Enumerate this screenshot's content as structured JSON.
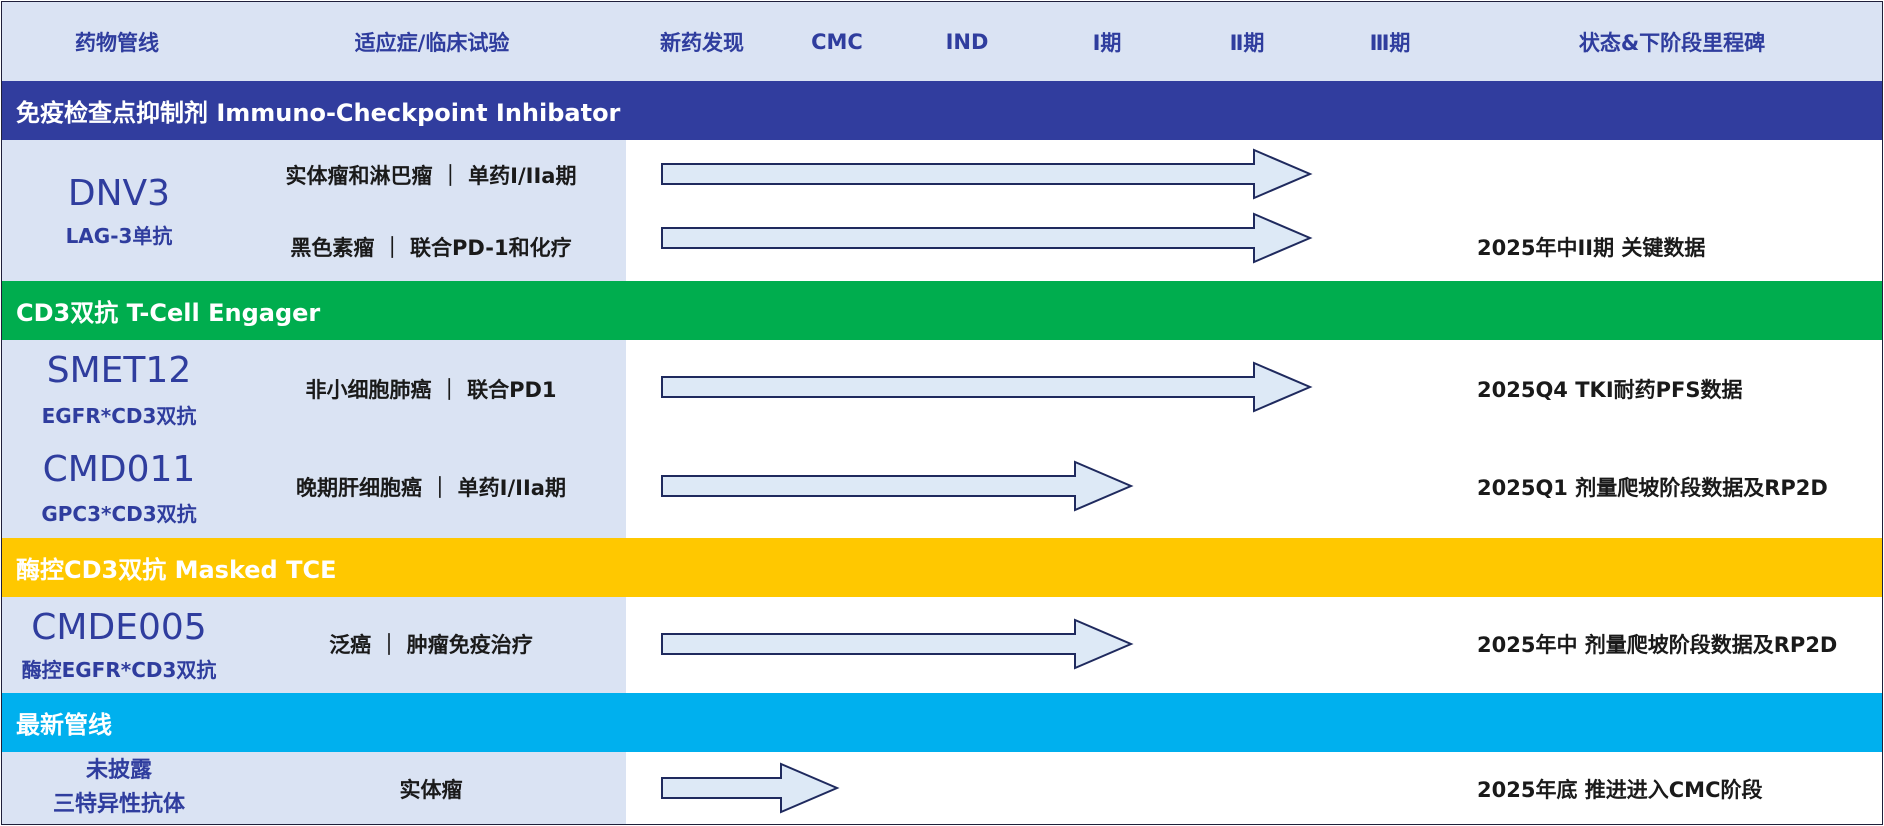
{
  "header": {
    "col_pipeline": "药物管线",
    "col_indication": "适应症/临床试验",
    "col_discovery": "新药发现",
    "col_cmc": "CMC",
    "col_ind": "IND",
    "col_phase1": "Ⅰ期",
    "col_phase2": "Ⅱ期",
    "col_phase3": "Ⅲ期",
    "col_status": "状态&下阶段里程碑"
  },
  "sections": {
    "immuno": {
      "title": "免疫检查点抑制剂 Immuno-Checkpoint Inhibator",
      "color": "#313d9e"
    },
    "cd3": {
      "title": "CD3双抗 T-Cell Engager",
      "color": "#00ad4e"
    },
    "masked": {
      "title": "酶控CD3双抗 Masked TCE",
      "color": "#ffc800"
    },
    "latest": {
      "title": "最新管线",
      "color": "#00b0ee"
    }
  },
  "drugs": {
    "dnv3": {
      "name": "DNV3",
      "target": "LAG-3单抗"
    },
    "smet12": {
      "name": "SMET12",
      "target": "EGFR*CD3双抗"
    },
    "cmd011": {
      "name": "CMD011",
      "target": "GPC3*CD3双抗"
    },
    "cmde005": {
      "name": "CMDE005",
      "target": "酶控EGFR*CD3双抗"
    },
    "undisclosed": {
      "name_line1": "未披露",
      "name_line2": "三特异性抗体"
    }
  },
  "programs": [
    {
      "indication": "实体瘤和淋巴瘤 ｜ 单药I/IIa期",
      "progress_phase": "Ⅱ期",
      "milestone": ""
    },
    {
      "indication": "黑色素瘤 ｜ 联合PD-1和化疗",
      "progress_phase": "Ⅱ期",
      "milestone": "2025年中II期 关键数据"
    },
    {
      "indication": "非小细胞肺癌 ｜ 联合PD1",
      "progress_phase": "Ⅱ期",
      "milestone": "2025Q4 TKI耐药PFS数据"
    },
    {
      "indication": "晚期肝细胞癌 ｜ 单药I/IIa期",
      "progress_phase": "Ⅰ期",
      "milestone": "2025Q1 剂量爬坡阶段数据及RP2D"
    },
    {
      "indication": "泛癌 ｜ 肿瘤免疫治疗",
      "progress_phase": "Ⅰ期",
      "milestone": "2025年中 剂量爬坡阶段数据及RP2D"
    },
    {
      "indication": "实体瘤",
      "progress_phase": "新药发现",
      "milestone": "2025年底 推进进入CMC阶段"
    }
  ],
  "colors": {
    "header_bg": "#dae3f3",
    "arrow_fill": "#dde9f6",
    "arrow_stroke": "#1f2a5e",
    "text_accent": "#2f3d9e"
  }
}
